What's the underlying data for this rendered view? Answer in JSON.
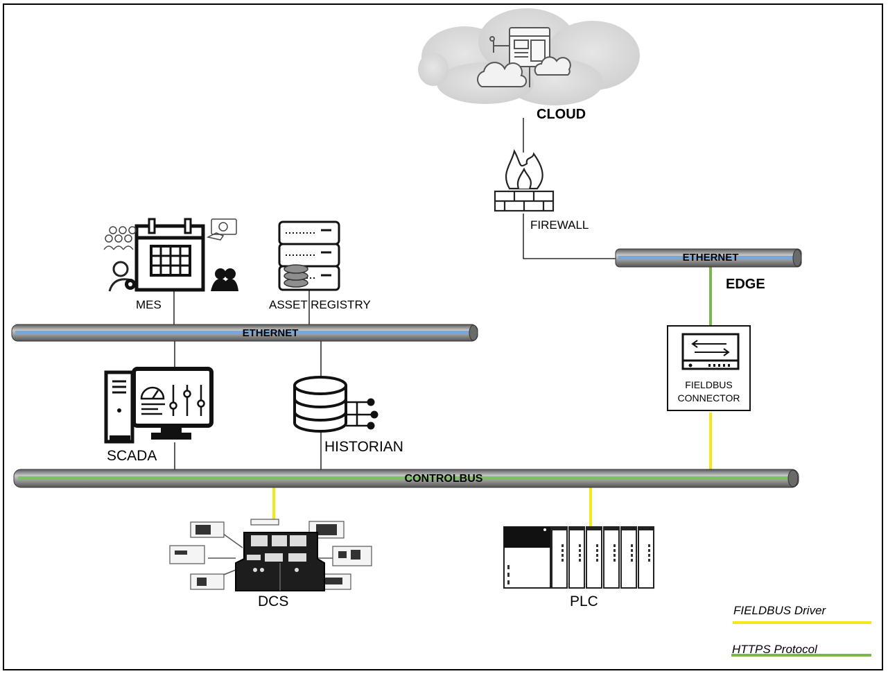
{
  "colors": {
    "fieldbus": "#f2e81a",
    "https": "#7ab84a",
    "ethernet_stripe": "#7aa7d6",
    "controlbus_stripe": "#7fbf6a",
    "pipe_shell": "#8f8f8f",
    "line": "#000000"
  },
  "labels": {
    "cloud": "CLOUD",
    "firewall": "FIREWALL",
    "edge": "EDGE",
    "mes": "MES",
    "asset_registry": "ASSET REGISTRY",
    "scada": "SCADA",
    "historian": "HISTORIAN",
    "dcs": "DCS",
    "plc": "PLC",
    "fieldbus_connector_line1": "FIELDBUS",
    "fieldbus_connector_line2": "CONNECTOR"
  },
  "buses": {
    "edge_ethernet": "ETHERNET",
    "plant_ethernet": "ETHERNET",
    "controlbus": "CONTROLBUS"
  },
  "legend": [
    {
      "label": "FIELDBUS Driver",
      "color": "#f2e81a"
    },
    {
      "label": "HTTPS Protocol",
      "color": "#7ab84a"
    }
  ],
  "icons": {
    "cloud": "cloud-server-icon",
    "firewall": "firewall-icon",
    "mes": "mes-calendar-icon",
    "asset_registry": "server-rack-icon",
    "scada": "scada-workstation-icon",
    "historian": "database-icon",
    "fieldbus_connector": "network-switch-icon",
    "dcs": "control-console-icon",
    "plc": "plc-rack-icon"
  }
}
